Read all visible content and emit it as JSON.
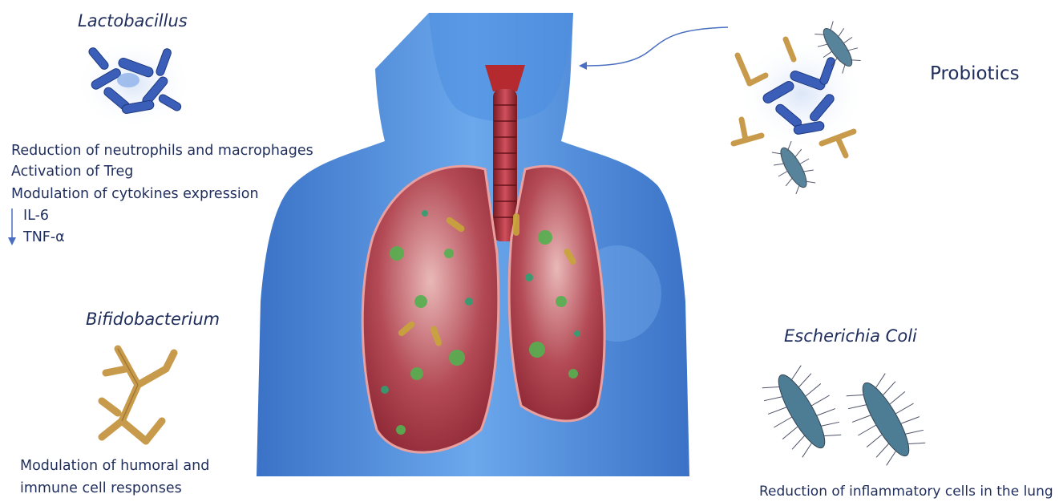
{
  "lactobacillus": {
    "title": "Lactobacillus",
    "effects": [
      "Reduction of neutrophils and macrophages",
      "Activation of Treg",
      "Modulation of cytokines expression"
    ],
    "cytokines": [
      "IL-6",
      "TNF-α"
    ]
  },
  "bifidobacterium": {
    "title": "Bifidobacterium",
    "effects": [
      "Modulation of humoral and",
      "immune cell responses"
    ]
  },
  "probiotics": {
    "label": "Probiotics"
  },
  "ecoli": {
    "title": "Escherichia Coli",
    "effect": "Reduction of inflammatory cells in the lung"
  },
  "colors": {
    "text": "#1f2d5c",
    "body_blue": "#3f82d6",
    "lung_red": "#a4303b",
    "bacteria_blue": "#3b5fb8",
    "bifido_gold": "#c89a4b",
    "ecoli_teal": "#3a6f8a"
  },
  "icons": [
    "lactobacillus-cluster-icon",
    "bifidobacterium-icon",
    "ecoli-icon",
    "probiotics-cluster-icon",
    "human-torso-lungs-illustration",
    "down-arrow-icon",
    "curved-arrow-icon"
  ]
}
